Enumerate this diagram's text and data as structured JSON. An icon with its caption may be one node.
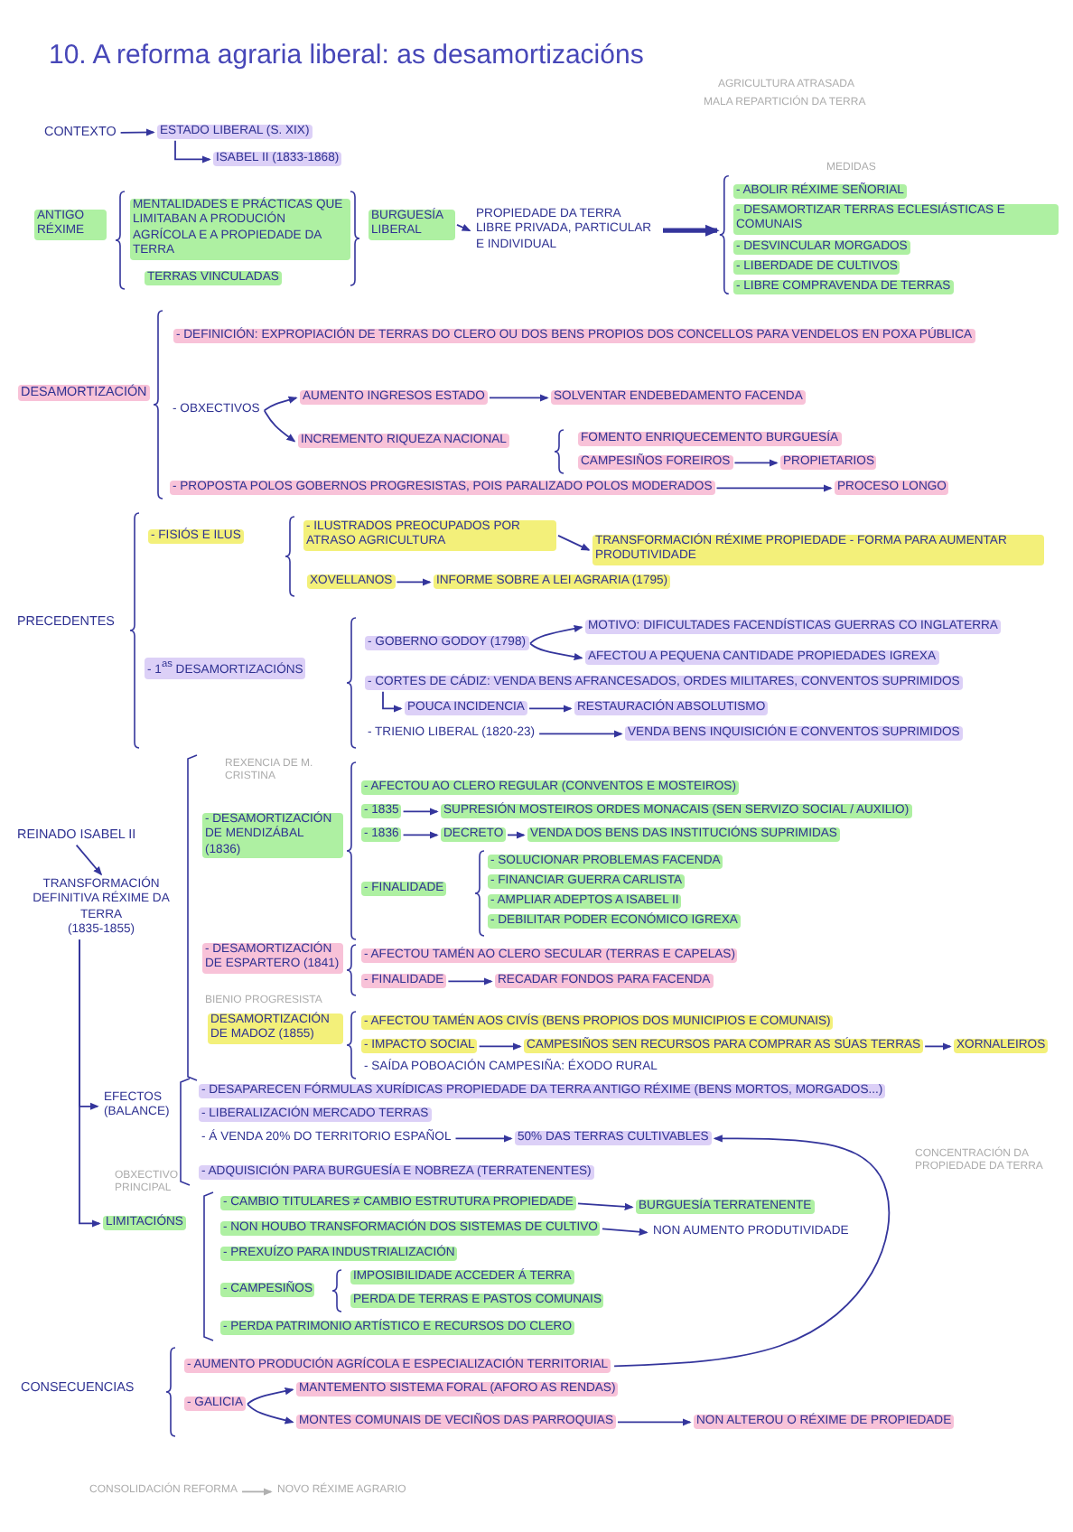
{
  "diagram": {
    "title": "10. A reforma agraria liberal: as desamortizacións",
    "nodes": [
      {
        "text": [
          "CONTEXTO"
        ]
      },
      {
        "text": [
          "ESTADO LIBERAL (S. XIX)"
        ]
      },
      {
        "text": [
          "ISABEL II (1833-1868)"
        ]
      },
      {
        "text": [
          "BURGUESÍA LIBERAL"
        ]
      },
      {
        "text": [
          "PROPIEDADE DA TERRA LIBRE PRIVADA, PARTICULAR E INDIVIDUAL"
        ]
      },
      {
        "text": [
          "- OBXECTIVOS"
        ]
      },
      {
        "text": [
          "AUMENTO INGRESOS ESTADO"
        ]
      },
      {
        "text": [
          "SOLVENTAR ENDEBEDAMENTO FACENDA"
        ]
      },
      {
        "text": [
          "INCREMENTO RIQUEZA NACIONAL"
        ]
      },
      {
        "text": [
          "CAMPESIÑOS FOREIROS"
        ]
      },
      {
        "text": [
          "PROPIETARIOS"
        ]
      },
      {
        "text": [
          "- PROPOSTA POLOS GOBERNOS PROGRESISTAS, POIS PARALIZADO POLOS MODERADOS"
        ]
      },
      {
        "text": [
          "PROCESO LONGO"
        ]
      },
      {
        "text": [
          "- ILUSTRADOS PREOCUPADOS POR ATRASO AGRICULTURA"
        ]
      },
      {
        "text": [
          "TRANSFORMACIÓN RÉXIME PROPIEDADE - FORMA PARA AUMENTAR PRODUTIVIDADE"
        ]
      },
      {
        "text": [
          "XOVELLANOS"
        ]
      },
      {
        "text": [
          "INFORME SOBRE A LEI AGRARIA (1795)"
        ]
      },
      {
        "text": [
          "- GOBERNO GODOY (1798)"
        ]
      },
      {
        "text": [
          "MOTIVO: DIFICULTADES FACENDÍSTICAS GUERRAS CO INGLATERRA"
        ]
      },
      {
        "text": [
          "AFECTOU A PEQUENA CANTIDADE PROPIEDADES IGREXA"
        ]
      },
      {
        "text": [
          "- CORTES DE CÁDIZ: VENDA BENS AFRANCESADOS, ORDES MILITARES, CONVENTOS SUPRIMIDOS"
        ]
      },
      {
        "text": [
          "POUCA INCIDENCIA"
        ]
      },
      {
        "text": [
          "RESTAURACIÓN ABSOLUTISMO"
        ]
      },
      {
        "text": [
          "- TRIENIO LIBERAL (1820-23)"
        ]
      },
      {
        "text": [
          "VENDA BENS INQUISICIÓN E CONVENTOS SUPRIMIDOS"
        ]
      },
      {
        "text": [
          "REINADO ISABEL II"
        ]
      },
      {
        "text": [
          "TRANSFORMACIÓN DEFINITIVA RÉXIME DA TERRA",
          "(1835-1855)"
        ]
      },
      {
        "text": [
          "- 1835"
        ]
      },
      {
        "text": [
          "SUPRESIÓN MOSTEIROS ORDES MONACAIS (SEN SERVIZO SOCIAL / AUXILIO)"
        ]
      },
      {
        "text": [
          "- 1836"
        ]
      },
      {
        "text": [
          "DECRETO"
        ]
      },
      {
        "text": [
          "VENDA DOS BENS DAS INSTITUCIÓNS SUPRIMIDAS"
        ]
      },
      {
        "text": [
          "- FINALIDADE"
        ]
      },
      {
        "text": [
          "RECADAR FONDOS PARA FACENDA"
        ]
      },
      {
        "text": [
          "- IMPACTO SOCIAL"
        ]
      },
      {
        "text": [
          "CAMPESIÑOS SEN RECURSOS PARA COMPRAR AS SÚAS TERRAS"
        ]
      },
      {
        "text": [
          "XORNALEIROS"
        ]
      },
      {
        "text": [
          "EFECTOS (BALANCE)"
        ]
      },
      {
        "text": [
          "- Á VENDA 20% DO TERRITORIO ESPAÑOL"
        ]
      },
      {
        "text": [
          "50% DAS TERRAS CULTIVABLES"
        ]
      },
      {
        "text": [
          "LIMITACIÓNS"
        ]
      },
      {
        "text": [
          "- CAMBIO TITULARES ≠ CAMBIO ESTRUTURA PROPIEDADE"
        ]
      },
      {
        "text": [
          "BURGUESÍA TERRATENENTE"
        ]
      },
      {
        "text": [
          "- NON HOUBO TRANSFORMACIÓN DOS SISTEMAS DE CULTIVO"
        ]
      },
      {
        "text": [
          "NON AUMENTO PRODUTIVIDADE"
        ]
      },
      {
        "text": [
          "- AUMENTO PRODUCIÓN AGRÍCOLA E ESPECIALIZACIÓN TERRITORIAL"
        ]
      },
      {
        "text": [
          "- GALICIA"
        ]
      },
      {
        "text": [
          "MANTEMENTO SISTEMA FORAL (AFORO AS RENDAS)"
        ]
      },
      {
        "text": [
          "MONTES COMUNAIS DE VECIÑOS DAS PARROQUIAS"
        ]
      },
      {
        "text": [
          "NON ALTEROU O RÉXIME DE PROPIEDADE"
        ]
      },
      {
        "text": [
          "CONSOLIDACIÓN REFORMA"
        ]
      },
      {
        "text": [
          "NOVO RÉXIME AGRARIO"
        ]
      },
      {
        "text": [],
        "shape": "brace"
      }
    ],
    "edges": [
      {
        "from": 0,
        "to": 1,
        "arrow": "to"
      },
      {
        "from": 1,
        "to": 2,
        "arrow": "to"
      },
      {
        "from": 3,
        "to": 4,
        "arrow": "to"
      },
      {
        "from": 4,
        "to": 52,
        "arrow": "to",
        "style": "thick"
      },
      {
        "from": 5,
        "to": 6,
        "arrow": "to"
      },
      {
        "from": 5,
        "to": 8,
        "arrow": "to"
      },
      {
        "from": 6,
        "to": 7,
        "arrow": "to"
      },
      {
        "from": 9,
        "to": 10,
        "arrow": "to"
      },
      {
        "from": 11,
        "to": 12,
        "arrow": "to"
      },
      {
        "from": 13,
        "to": 14,
        "arrow": "to"
      },
      {
        "from": 15,
        "to": 16,
        "arrow": "to"
      },
      {
        "from": 17,
        "to": 18,
        "arrow": "to"
      },
      {
        "from": 17,
        "to": 19,
        "arrow": "to"
      },
      {
        "from": 20,
        "to": 21,
        "arrow": "to"
      },
      {
        "from": 21,
        "to": 22,
        "arrow": "to"
      },
      {
        "from": 23,
        "to": 24,
        "arrow": "to"
      },
      {
        "from": 25,
        "to": 26,
        "arrow": "to"
      },
      {
        "from": 26,
        "to": 37,
        "arrow": "to"
      },
      {
        "from": 26,
        "to": 40,
        "arrow": "to"
      },
      {
        "from": 27,
        "to": 28,
        "arrow": "to"
      },
      {
        "from": 29,
        "to": 30,
        "arrow": "to"
      },
      {
        "from": 30,
        "to": 31,
        "arrow": "to"
      },
      {
        "from": 32,
        "to": 33,
        "arrow": "to"
      },
      {
        "from": 34,
        "to": 35,
        "arrow": "to"
      },
      {
        "from": 35,
        "to": 36,
        "arrow": "to"
      },
      {
        "from": 38,
        "to": 39,
        "arrow": "to"
      },
      {
        "from": 45,
        "to": 39,
        "arrow": "to"
      },
      {
        "from": 41,
        "to": 42,
        "arrow": "to"
      },
      {
        "from": 43,
        "to": 44,
        "arrow": "to"
      },
      {
        "from": 46,
        "to": 47,
        "arrow": "to"
      },
      {
        "from": 46,
        "to": 48,
        "arrow": "to"
      },
      {
        "from": 48,
        "to": 49,
        "arrow": "to"
      },
      {
        "from": 50,
        "to": 51,
        "arrow": "to",
        "color": "#b0b0b0"
      }
    ],
    "labels": [
      "AGRICULTURA ATRASADA",
      "MALA REPARTICIÓN DA TERRA",
      "ANTIGO RÉXIME",
      "MENTALIDADES E PRÁCTICAS QUE LIMITABAN A PRODUCIÓN AGRÍCOLA E A PROPIEDADE DA TERRA",
      "TERRAS VINCULADAS",
      "MEDIDAS",
      "- ABOLIR RÉXIME SEÑORIAL",
      "- DESAMORTIZAR TERRAS ECLESIÁSTICAS E COMUNAIS",
      "- DESVINCULAR MORGADOS",
      "- LIBERDADE DE CULTIVOS",
      "- LIBRE COMPRAVENDA DE TERRAS",
      "DESAMORTIZACIÓN",
      "- DEFINICIÓN: EXPROPIACIÓN DE TERRAS DO CLERO OU DOS BENS PROPIOS DOS CONCELLOS PARA VENDELOS EN POXA PÚBLICA",
      "FOMENTO ENRIQUECEMENTO BURGUESÍA",
      "PRECEDENTES",
      "- FISIÓS E ILUS",
      "- 1$^{as}$ DESAMORTIZACIÓNS",
      "REXENCIA DE M. CRISTINA",
      "- DESAMORTIZACIÓN DE MENDIZÁBAL (1836)",
      "- AFECTOU AO CLERO REGULAR (CONVENTOS E MOSTEIROS)",
      "- FINALIDADE",
      "- SOLUCIONAR PROBLEMAS FACENDA",
      "- FINANCIAR GUERRA CARLISTA",
      "- AMPLIAR ADEPTOS A ISABEL II",
      "- DEBILITAR PODER ECONÓMICO IGREXA",
      "- DESAMORTIZACIÓN DE ESPARTERO (1841)",
      "- AFECTOU TAMÉN AO CLERO SECULAR (TERRAS E CAPELAS)",
      "BIENIO PROGRESISTA",
      "DESAMORTIZACIÓN DE MADOZ (1855)",
      "- AFECTOU TAMÉN AOS CIVÍS (BENS PROPIOS DOS MUNICIPIOS E COMUNAIS)",
      "- SAÍDA POBOACIÓN CAMPESIÑA: ÉXODO RURAL",
      "- DESAPARECEN FÓRMULAS XURÍDICAS PROPIEDADE DA TERRA ANTIGO RÉXIME (BENS MORTOS, MORGADOS...)",
      "- LIBERALIZACIÓN MERCADO TERRAS",
      "CONCENTRACIÓN DA PROPIEDADE DA TERRA",
      "- ADQUISICIÓN PARA BURGUESÍA E NOBREZA (TERRATENENTES)",
      "OBXECTIVO PRINCIPAL",
      "- PREXUÍZO PARA INDUSTRIALIZACIÓN",
      "- CAMPESIÑOS",
      "IMPOSIBILIDADE ACCEDER Á TERRA",
      "PERDA DE TERRAS E PASTOS COMUNAIS",
      "- PERDA PATRIMONIO ARTÍSTICO E RECURSOS DO CLERO",
      "CONSECUENCIAS"
    ]
  }
}
